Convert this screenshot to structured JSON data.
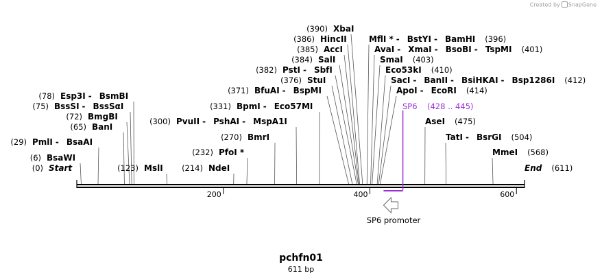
{
  "credit": {
    "prefix": "Created by",
    "brand": "SnapGene"
  },
  "plasmid": {
    "name": "pchfn01",
    "size_label": "611 bp",
    "length": 611
  },
  "ruler": {
    "ticks": [
      {
        "pos": 200,
        "label": "200"
      },
      {
        "pos": 400,
        "label": "400"
      },
      {
        "pos": 600,
        "label": "600"
      }
    ]
  },
  "feature": {
    "name": "SP6 promoter",
    "start": 428,
    "end": 445,
    "direction": "reverse"
  },
  "primer": {
    "name": "SP6",
    "range": "(428 .. 445)",
    "start": 428,
    "end": 445,
    "color": "#9b30d9"
  },
  "sites": [
    {
      "id": "start",
      "pos": 0,
      "label": "(0)",
      "names": [
        "Start"
      ],
      "italic": true
    },
    {
      "id": "bsawi",
      "pos": 6,
      "label": "(6)",
      "names": [
        "BsaWI"
      ]
    },
    {
      "id": "pmli",
      "pos": 29,
      "label": "(29)",
      "names": [
        "PmlI",
        "BsaAI"
      ]
    },
    {
      "id": "bani",
      "pos": 65,
      "label": "(65)",
      "names": [
        "BanI"
      ]
    },
    {
      "id": "bmgbi",
      "pos": 72,
      "label": "(72)",
      "names": [
        "BmgBI"
      ]
    },
    {
      "id": "bsssi",
      "pos": 75,
      "label": "(75)",
      "names": [
        "BssSI",
        "BssSαI"
      ]
    },
    {
      "id": "esp3i",
      "pos": 78,
      "label": "(78)",
      "names": [
        "Esp3I",
        "BsmBI"
      ]
    },
    {
      "id": "msli",
      "pos": 123,
      "label": "(123)",
      "names": [
        "MslI"
      ]
    },
    {
      "id": "ndei",
      "pos": 214,
      "label": "(214)",
      "names": [
        "NdeI"
      ]
    },
    {
      "id": "pfoi",
      "pos": 232,
      "label": "(232)",
      "names": [
        "PfoI *"
      ]
    },
    {
      "id": "bmri",
      "pos": 270,
      "label": "(270)",
      "names": [
        "BmrI"
      ]
    },
    {
      "id": "pvuii",
      "pos": 300,
      "label": "(300)",
      "names": [
        "PvuII",
        "PshAI",
        "MspA1I"
      ]
    },
    {
      "id": "bpmi",
      "pos": 331,
      "label": "(331)",
      "names": [
        "BpmI",
        "Eco57MI"
      ]
    },
    {
      "id": "bfuai",
      "pos": 371,
      "label": "(371)",
      "names": [
        "BfuAI",
        "BspMI"
      ]
    },
    {
      "id": "stui",
      "pos": 376,
      "label": "(376)",
      "names": [
        "StuI"
      ]
    },
    {
      "id": "psti",
      "pos": 382,
      "label": "(382)",
      "names": [
        "PstI",
        "SbfI"
      ]
    },
    {
      "id": "sali",
      "pos": 384,
      "label": "(384)",
      "names": [
        "SalI"
      ]
    },
    {
      "id": "acci",
      "pos": 385,
      "label": "(385)",
      "names": [
        "AccI"
      ]
    },
    {
      "id": "hincii",
      "pos": 386,
      "label": "(386)",
      "names": [
        "HincII"
      ]
    },
    {
      "id": "xbai",
      "pos": 390,
      "label": "(390)",
      "names": [
        "XbaI"
      ]
    },
    {
      "id": "mfli",
      "pos": 396,
      "label": "(396)",
      "names": [
        "MflI *",
        "BstYI",
        "BamHI"
      ]
    },
    {
      "id": "avai",
      "pos": 401,
      "label": "(401)",
      "names": [
        "AvaI",
        "XmaI",
        "BsoBI",
        "TspMI"
      ]
    },
    {
      "id": "smai",
      "pos": 403,
      "label": "(403)",
      "names": [
        "SmaI"
      ]
    },
    {
      "id": "eco53ki",
      "pos": 410,
      "label": "(410)",
      "names": [
        "Eco53kI"
      ]
    },
    {
      "id": "saci",
      "pos": 412,
      "label": "(412)",
      "names": [
        "SacI",
        "BanII",
        "BsiHKAI",
        "Bsp1286I"
      ]
    },
    {
      "id": "apoi",
      "pos": 414,
      "label": "(414)",
      "names": [
        "ApoI",
        "EcoRI"
      ]
    },
    {
      "id": "asei",
      "pos": 475,
      "label": "(475)",
      "names": [
        "AseI"
      ]
    },
    {
      "id": "tati",
      "pos": 504,
      "label": "(504)",
      "names": [
        "TatI",
        "BsrGI"
      ]
    },
    {
      "id": "mmei",
      "pos": 568,
      "label": "(568)",
      "names": [
        "MmeI"
      ]
    },
    {
      "id": "end",
      "pos": 611,
      "label": "(611)",
      "names": [
        "End"
      ],
      "italic": true
    }
  ]
}
